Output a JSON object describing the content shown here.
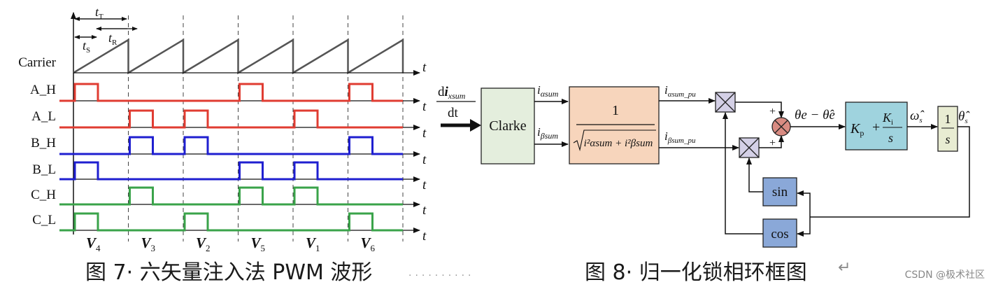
{
  "waveform": {
    "row_labels": [
      "Carrier",
      "A_H",
      "A_L",
      "B_H",
      "B_L",
      "C_H",
      "C_L"
    ],
    "axis_var": "t",
    "t_T": "t",
    "t_T_sub": "T",
    "t_S": "t",
    "t_S_sub": "S",
    "t_R": "t",
    "t_R_sub": "R",
    "vectors": [
      {
        "main": "V",
        "sub": "4"
      },
      {
        "main": "V",
        "sub": "3"
      },
      {
        "main": "V",
        "sub": "2"
      },
      {
        "main": "V",
        "sub": "5"
      },
      {
        "main": "V",
        "sub": "1"
      },
      {
        "main": "V",
        "sub": "6"
      }
    ],
    "pulses": {
      "A_H": [
        0,
        3,
        5
      ],
      "A_L": [
        1,
        2,
        4
      ],
      "B_H": [
        1,
        2,
        5
      ],
      "B_L": [
        0,
        3,
        4
      ],
      "C_H": [
        1,
        3,
        4
      ],
      "C_L": [
        0,
        2,
        5
      ]
    },
    "colors": {
      "A": "#e03c32",
      "B": "#1f1fd0",
      "C": "#3aa34a",
      "carrier": "#555555",
      "dash": "#444444"
    }
  },
  "block": {
    "input_d": "d",
    "input_i": "i",
    "input_i_sub": "xsum",
    "input_dt": "dt",
    "clarke": "Clarke",
    "i_alpha": "i",
    "i_alpha_sub": "αsum",
    "i_beta": "i",
    "i_beta_sub": "βsum",
    "norm_num": "1",
    "norm_den": "i²αsum + i²βsum",
    "i_alpha_pu": "i",
    "i_alpha_pu_sub": "αsum_pu",
    "i_beta_pu": "i",
    "i_beta_pu_sub": "βsum_pu",
    "plus1": "+",
    "plus2": "+",
    "err_label": "θe − θ̂e",
    "pi_kp": "K",
    "pi_kp_sub": "p",
    "pi_plus": "+",
    "pi_ki": "K",
    "pi_ki_sub": "i",
    "pi_s": "s",
    "omega": "ω̂",
    "omega_sub": "s",
    "int_num": "1",
    "int_den": "s",
    "theta": "θ̂",
    "theta_sub": "s",
    "sin": "sin",
    "cos": "cos",
    "colors": {
      "clarke": "#e4eedd",
      "norm": "#f7d5bc",
      "pi": "#9fd3de",
      "integ": "#e8ecd2",
      "trig": "#8aa8d8",
      "mult": "#d4d0e6",
      "sum": "#d98b82"
    }
  },
  "captions": {
    "left": "图 7· 六矢量注入法 PWM 波形",
    "dots": "··········",
    "right": "图 8· 归一化锁相环框图",
    "return_mark": "↵",
    "watermark": "CSDN @极术社区"
  }
}
